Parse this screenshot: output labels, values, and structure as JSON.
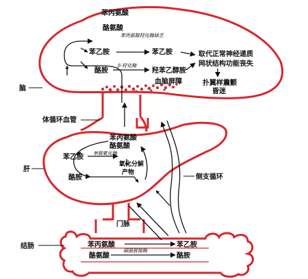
{
  "colors": {
    "organ_outline": "#d8262c",
    "arrow": "#111111",
    "bbb_dots": "#c8323a",
    "text": "#111111"
  },
  "brain": {
    "phe": "苯丙氨酸",
    "tyr": "酪氨酸",
    "note1": "苯丙氨酸羟化酶缺乏",
    "pea": "苯乙胺",
    "pea2": "苯乙胺",
    "tyramine": "酪胺",
    "enzyme": "β-羟化酶",
    "octopamine": "羟苯乙醇胺",
    "effect_line1": "取代正常神经递质",
    "effect_line2": "网状结构功能丧失",
    "outcome_line1": "扑翼样震颤",
    "outcome_line2": "昏迷"
  },
  "labels": {
    "brain": "脑",
    "bbb": "血脑屏障",
    "vessel": "体循环血管",
    "liver": "肝",
    "collateral": "侧支循环",
    "portal": "门脉",
    "colon": "结肠"
  },
  "liver": {
    "phe": "苯丙氨酸",
    "tyr": "酪氨酸",
    "pea": "苯乙胺",
    "enzyme": "单胺氧化酶",
    "oxidation_line1": "氧化分解",
    "oxidation_line2": "产物",
    "tyramine": "酪胺"
  },
  "colon": {
    "phe": "苯丙氨酸",
    "pea": "苯乙胺",
    "tyr": "酪氨酸",
    "enzyme": "细菌脱羧酶",
    "tyramine": "酪胺"
  }
}
